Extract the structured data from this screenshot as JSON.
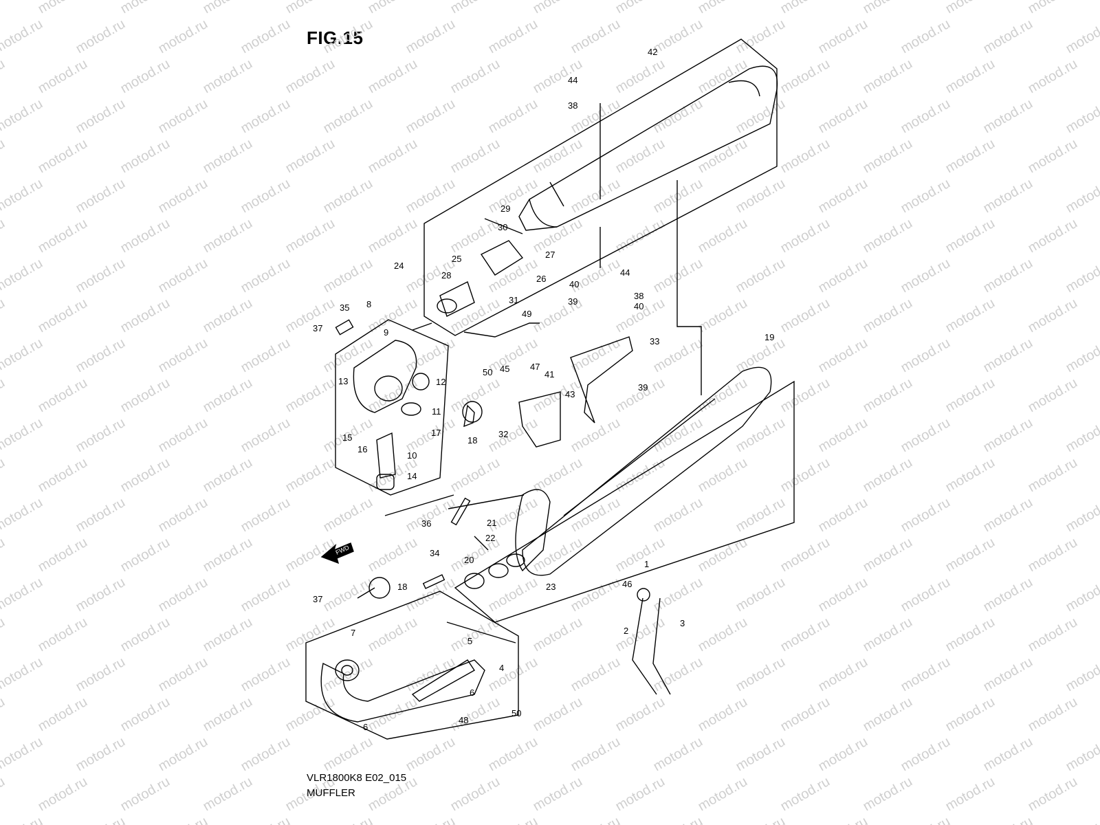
{
  "figure": {
    "title": "FIG.15",
    "model_code": "VLR1800K8 E02_015",
    "name": "MUFFLER",
    "fwd_label": "FWD",
    "watermark": "motod.ru"
  },
  "callouts": [
    "42",
    "44",
    "38",
    "29",
    "30",
    "27",
    "24",
    "25",
    "26",
    "28",
    "31",
    "40",
    "44",
    "39",
    "38",
    "40",
    "35",
    "8",
    "37",
    "49",
    "9",
    "33",
    "47",
    "41",
    "45",
    "50",
    "12",
    "13",
    "11",
    "17",
    "15",
    "16",
    "10",
    "14",
    "18",
    "43",
    "39",
    "32",
    "19",
    "36",
    "21",
    "22",
    "34",
    "20",
    "18",
    "23",
    "46",
    "1",
    "37",
    "7",
    "5",
    "4",
    "2",
    "3",
    "6",
    "50",
    "48",
    "6"
  ],
  "colors": {
    "line": "#000000",
    "watermark": "#cfcfcf",
    "background": "#ffffff"
  }
}
